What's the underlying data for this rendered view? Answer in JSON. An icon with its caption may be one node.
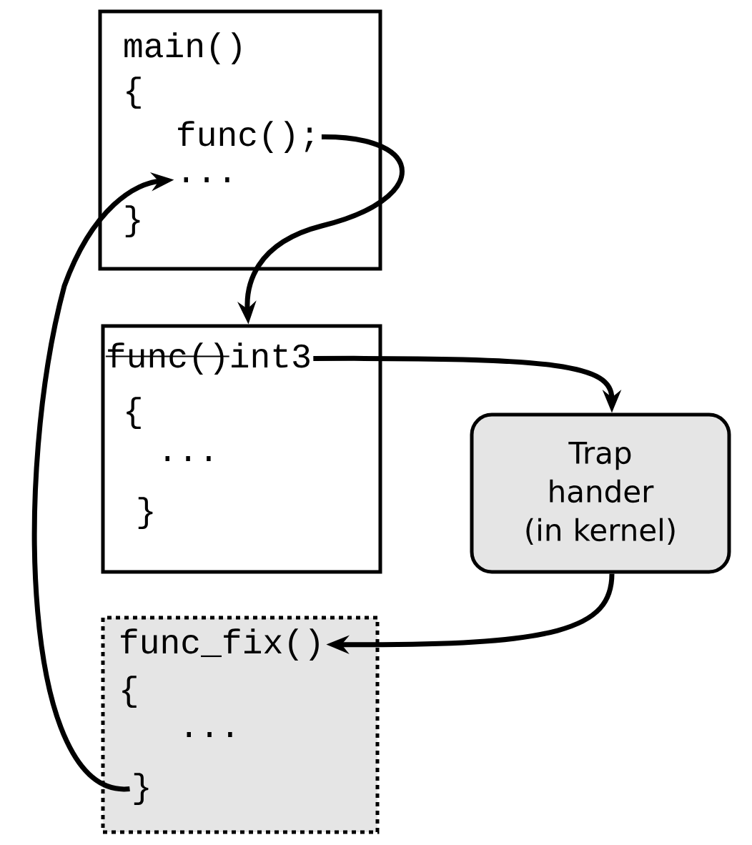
{
  "diagram": {
    "nodes": [
      {
        "text": [],
        "shape": "box"
      },
      {
        "text": [
          "main()"
        ],
        "in": 0
      },
      {
        "text": [
          "{"
        ],
        "in": 0
      },
      {
        "text": [
          "func();"
        ],
        "in": 0
      },
      {
        "text": [
          "..."
        ],
        "in": 0
      },
      {
        "text": [
          "}"
        ],
        "in": 0
      },
      {
        "text": [],
        "shape": "box"
      },
      {
        "text": [
          "func()",
          "int3"
        ],
        "in": 6
      },
      {
        "text": [
          "{"
        ],
        "in": 6
      },
      {
        "text": [
          "..."
        ],
        "in": 6
      },
      {
        "text": [
          "}"
        ],
        "in": 6
      },
      {
        "text": [
          "Trap hander (in kernel)"
        ]
      },
      {
        "text": [],
        "shape": "box"
      },
      {
        "text": [
          "func_fix()"
        ],
        "in": 12
      },
      {
        "text": [
          "{"
        ],
        "in": 12
      },
      {
        "text": [
          "..."
        ],
        "in": 12
      },
      {
        "text": [
          "}"
        ],
        "in": 12
      }
    ],
    "edges": [
      {
        "from": 3,
        "to": 6,
        "arrow": "to"
      },
      {
        "from": 7,
        "to": 11,
        "arrow": "to"
      },
      {
        "from": 11,
        "to": 13,
        "arrow": "to"
      },
      {
        "from": 16,
        "to": 4,
        "arrow": "to"
      }
    ]
  }
}
